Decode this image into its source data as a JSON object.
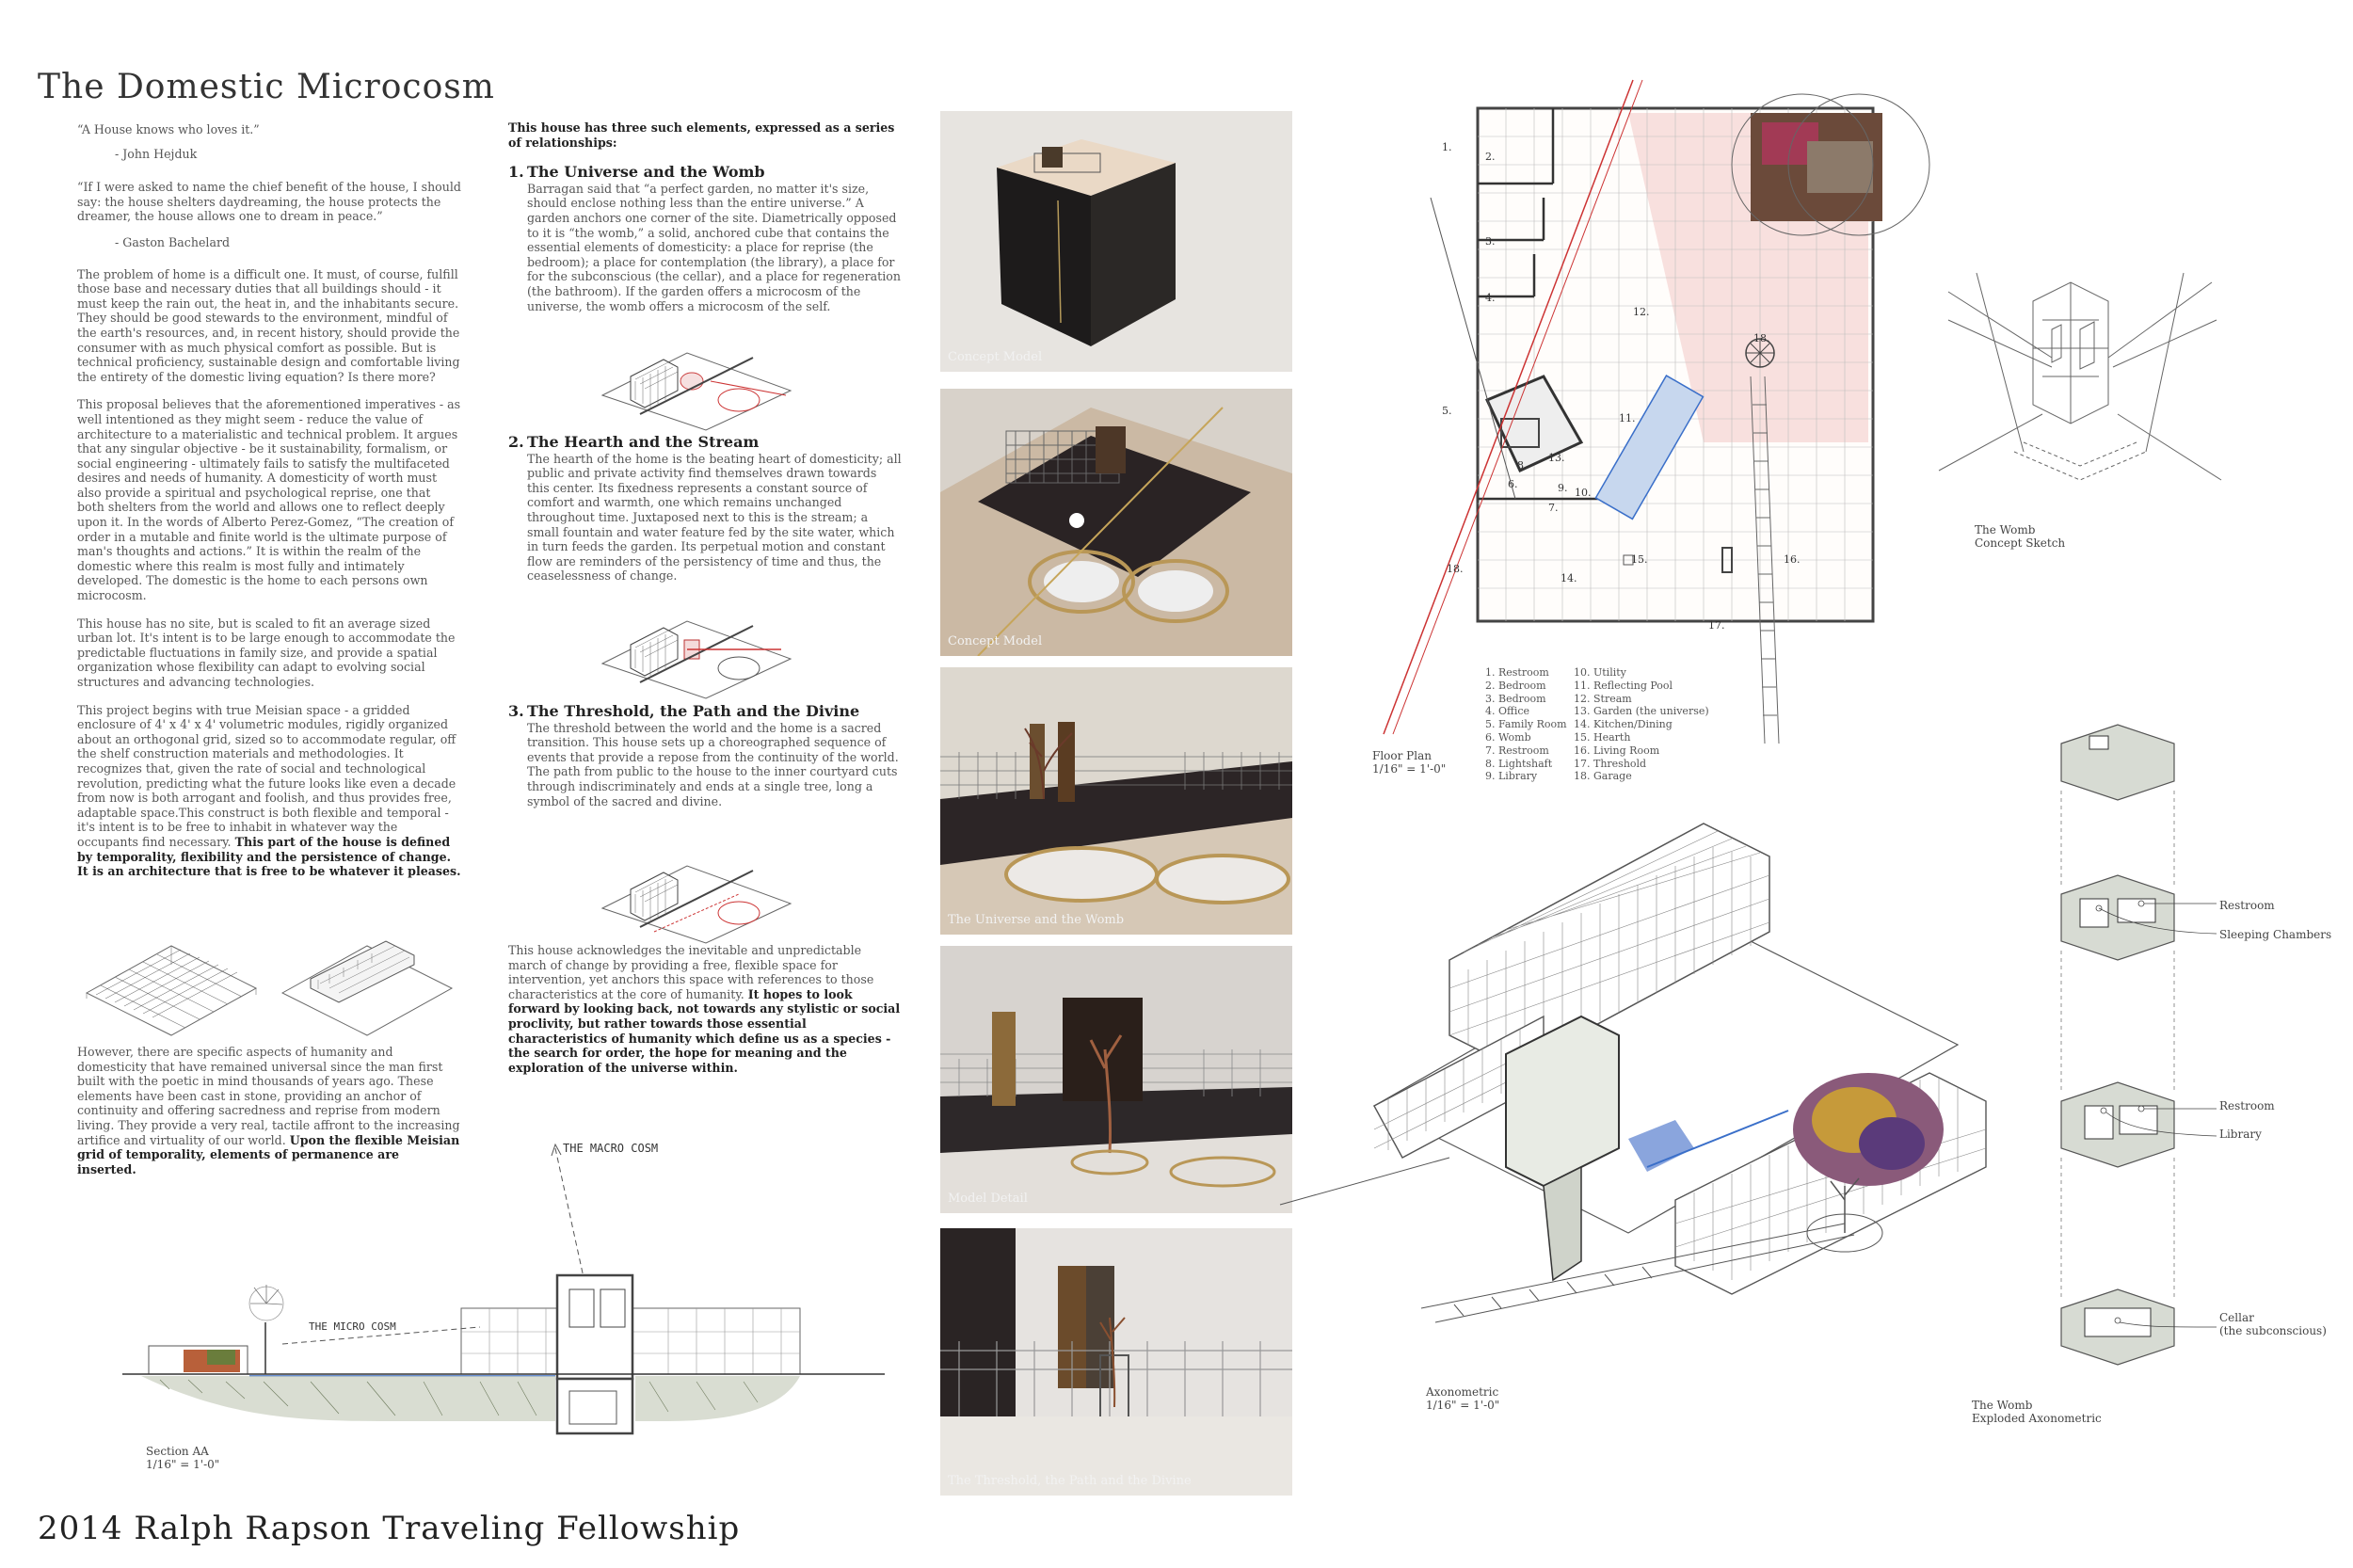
{
  "title": "The Domestic Microcosm",
  "footer": "2014 Ralph Rapson Traveling Fellowship",
  "intro": {
    "quote1": "“A House knows who loves it.”",
    "attrib1": "- John Hejduk",
    "quote2": "“If I were asked to name the chief benefit of the house, I should say: the house shelters daydreaming, the house protects the dreamer, the house allows one to dream in peace.”",
    "attrib2": "- Gaston Bachelard",
    "p1": "The problem of home is a difficult one. It must, of course, fulfill those base and necessary duties that all buildings should - it must keep the rain out, the heat in, and the inhabitants secure. They should be good stewards to the environment, mindful of the earth's resources, and, in recent history, should provide the consumer with as much physical comfort as possible. But is technical proficiency, sustainable design and comfortable living the entirety of the domestic living equation? Is there more?",
    "p2": "This proposal believes that the aforementioned imperatives - as well intentioned as they might seem - reduce the value of architecture to a materialistic and technical problem. It argues that any singular objective - be it sustainability, formalism, or social engineering - ultimately fails to satisfy the multifaceted desires and needs of humanity. A domesticity of worth must also provide a spiritual and psychological reprise, one that both shelters from the world and allows one to reflect deeply upon it. In the words of Alberto Perez-Gomez, “The creation of order in a mutable and finite world is the ultimate purpose of man's thoughts and actions.” It is within the realm of the domestic where this realm is most fully and intimately developed. The domestic is the home to each persons own microcosm.",
    "p3": "This house has no site, but is scaled to fit an average sized urban lot. It's intent is to be large enough to accommodate the predictable fluctuations in family size, and provide a spatial organization whose flexibility can adapt to evolving social structures and advancing technologies.",
    "p4_plain": "This project begins with true Meisian space - a gridded enclosure of 4' x 4' x 4' volumetric modules, rigidly organized about an orthogonal grid, sized so to accommodate regular, off the shelf construction materials and methodologies. It recognizes that, given the rate of social and technological revolution, predicting what the future looks like even a decade from now is both arrogant and foolish, and thus provides free, adaptable space.This construct is both flexible and temporal - it's intent is to be free to inhabit in whatever way the occupants find necessary.",
    "p4_bold": "This part of the house is defined by temporality, flexibility and the persistence of change. It is an architecture that is free to be whatever it pleases.",
    "p5_plain": "However, there are specific aspects of humanity and domesticity that have remained universal since the man first built with the poetic in mind thousands of years ago. These elements have been cast in stone, providing an anchor of continuity and offering sacredness and reprise from modern living. They provide a very real, tactile affront to the increasing artifice and virtuality of our world.",
    "p5_bold": "Upon the flexible Meisian grid of temporality, elements of permanence are inserted."
  },
  "middle": {
    "intro": "This house has three such elements, expressed as a series of relationships:",
    "sections": [
      {
        "num": "1.",
        "heading": "The Universe and the Womb",
        "body": "Barragan said that “a perfect garden, no matter it's size, should enclose nothing less than the entire universe.” A garden anchors one corner of the site. Diametrically opposed to it is “the womb,” a solid, anchored cube that contains the essential elements of domesticity: a place for reprise (the bedroom); a place for contemplation (the library), a place for for the subconscious (the cellar), and a place for regeneration (the bathroom). If the garden offers a microcosm of the universe, the womb offers a microcosm of the self."
      },
      {
        "num": "2.",
        "heading": "The Hearth and the Stream",
        "body": "The hearth of the home is the beating heart of domesticity; all public and private activity find themselves drawn towards this center. Its fixedness represents a constant source of comfort and warmth, one which remains unchanged throughout time. Juxtaposed next to this is the stream; a small fountain and water feature fed by the site water, which in turn feeds the garden. Its perpetual motion and constant flow are reminders of the persistency of time and thus, the ceaselessness of change."
      },
      {
        "num": "3.",
        "heading": "The Threshold, the Path and the Divine",
        "body": "The threshold between the world and the home is a sacred transition. This house sets up a choreographed sequence of events that provide a repose from the continuity of the world. The path from public to the house to the inner courtyard cuts through indiscriminately and ends at a single tree, long a symbol of the sacred and divine."
      }
    ],
    "closing_plain": "This house acknowledges the inevitable and unpredictable march of change by providing a free, flexible space for intervention, yet anchors this space with references to those characteristics at the core of humanity.",
    "closing_bold": "It hopes to look forward by looking back, not towards any stylistic or social proclivity, but rather towards those essential characteristics of humanity which define us as a species - the search for order, the hope for meaning and the exploration of the universe within."
  },
  "photos": [
    {
      "caption": "Concept Model"
    },
    {
      "caption": "Concept Model"
    },
    {
      "caption": "The Universe and the Womb"
    },
    {
      "caption": "Model Detail"
    },
    {
      "caption": "The Threshold, the Path and the Divine"
    }
  ],
  "section_drawing": {
    "label": "Section AA",
    "scale": "1/16\" = 1'-0\"",
    "note_macro": "THE MACRO COSM",
    "note_micro": "THE MICRO COSM"
  },
  "floor_plan": {
    "label": "Floor Plan",
    "scale": "1/16\" = 1'-0\"",
    "legend_col1": [
      "1. Restroom",
      "2. Bedroom",
      "3. Bedroom",
      "4. Office",
      "5. Family Room",
      "6. Womb",
      "7. Restroom",
      "8. Lightshaft",
      "9. Library"
    ],
    "legend_col2": [
      "10. Utility",
      "11. Reflecting Pool",
      "12. Stream",
      "13. Garden (the universe)",
      "14. Kitchen/Dining",
      "15. Hearth",
      "16. Living Room",
      "17. Threshold",
      "18. Garage"
    ]
  },
  "womb_sketch": {
    "line1": "The Womb",
    "line2": "Concept Sketch"
  },
  "axonometric": {
    "label": "Axonometric",
    "scale": "1/16\" = 1'-0\""
  },
  "exploded": {
    "line1": "The Womb",
    "line2": "Exploded Axonometric",
    "labels": {
      "restroom1": "Restroom",
      "sleeping": "Sleeping Chambers",
      "restroom2": "Restroom",
      "library": "Library",
      "cellar1": "Cellar",
      "cellar2": "(the subconscious)"
    }
  }
}
